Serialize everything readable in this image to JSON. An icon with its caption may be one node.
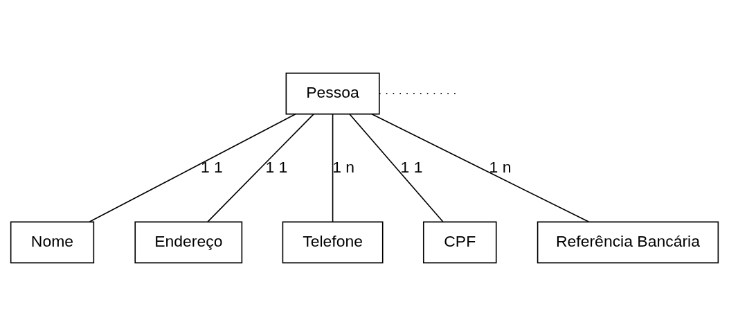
{
  "diagram": {
    "nodes": [
      {
        "text": [
          "Pessoa"
        ]
      },
      {
        "text": [
          "Nome"
        ]
      },
      {
        "text": [
          "Endereço"
        ]
      },
      {
        "text": [
          "Telefone"
        ]
      },
      {
        "text": [
          "CPF"
        ]
      },
      {
        "text": [
          "Referência Bancária"
        ]
      }
    ],
    "edges": [
      {
        "from": 0,
        "to": 1,
        "arrow": "none",
        "label": "1 1"
      },
      {
        "from": 0,
        "to": 2,
        "arrow": "none",
        "label": "1 1"
      },
      {
        "from": 0,
        "to": 3,
        "arrow": "none",
        "label": "1 n"
      },
      {
        "from": 0,
        "to": 4,
        "arrow": "none",
        "label": "1 1"
      },
      {
        "from": 0,
        "to": 5,
        "arrow": "none",
        "label": "1 n"
      },
      {
        "from": 0,
        "to": null,
        "arrow": "none",
        "style": "dashed"
      }
    ]
  }
}
